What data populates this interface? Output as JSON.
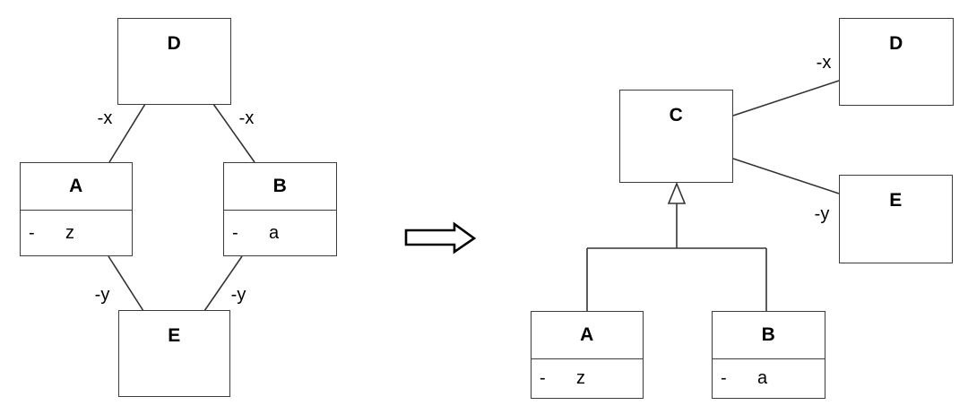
{
  "before": {
    "classes": {
      "d": {
        "name": "D"
      },
      "a": {
        "name": "A",
        "attribute": {
          "visibility": "-",
          "name": "z"
        }
      },
      "b": {
        "name": "B",
        "attribute": {
          "visibility": "-",
          "name": "a"
        }
      },
      "e": {
        "name": "E"
      }
    },
    "edge_labels": {
      "d_a": "-x",
      "d_b": "-x",
      "a_e": "-y",
      "b_e": "-y"
    }
  },
  "after": {
    "classes": {
      "c": {
        "name": "C"
      },
      "d": {
        "name": "D"
      },
      "e": {
        "name": "E"
      },
      "a": {
        "name": "A",
        "attribute": {
          "visibility": "-",
          "name": "z"
        }
      },
      "b": {
        "name": "B",
        "attribute": {
          "visibility": "-",
          "name": "a"
        }
      }
    },
    "edge_labels": {
      "c_d": "-x",
      "c_e": "-y"
    }
  },
  "colors": {
    "stroke": "#333333",
    "box_border": "#3c3c3c",
    "text": "#000000",
    "background": "#ffffff"
  }
}
